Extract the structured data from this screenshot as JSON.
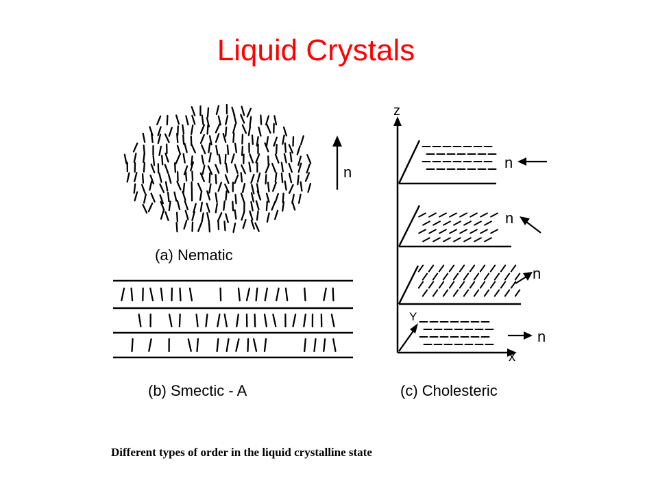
{
  "slide": {
    "title": "Liquid Crystals",
    "caption": "Different types of order in the liquid crystalline state"
  },
  "figure": {
    "nematic": {
      "label": "(a) Nematic",
      "director": "n"
    },
    "smectic": {
      "label": "(b) Smectic - A"
    },
    "cholesteric": {
      "label": "(c) Cholesteric",
      "axis_z": "z",
      "axis_y": "Y",
      "axis_x": "x",
      "director": "n"
    }
  },
  "colors": {
    "title": "#ff0000",
    "ink": "#000000"
  }
}
